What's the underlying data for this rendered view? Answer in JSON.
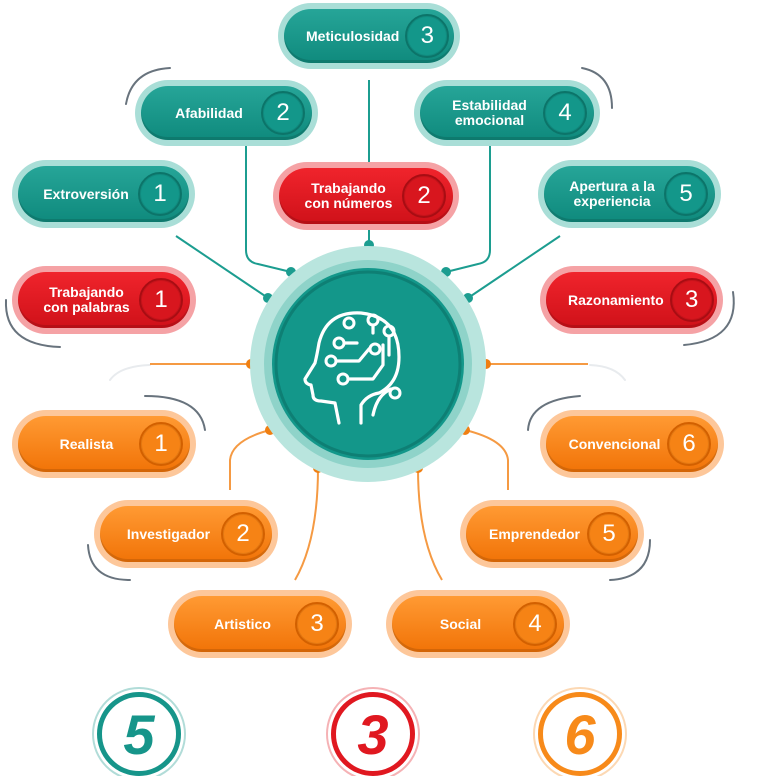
{
  "pills": [
    {
      "id": "meticulosidad",
      "label": "Meticulosidad",
      "number": "3",
      "color": "teal"
    },
    {
      "id": "afabilidad",
      "label": "Afabilidad",
      "number": "2",
      "color": "teal"
    },
    {
      "id": "estabilidad-emocional",
      "label": "Estabilidad emocional",
      "number": "4",
      "color": "teal"
    },
    {
      "id": "extroversion",
      "label": "Extroversión",
      "number": "1",
      "color": "teal"
    },
    {
      "id": "trabajando-con-numeros",
      "label": "Trabajando con números",
      "number": "2",
      "color": "red"
    },
    {
      "id": "apertura-a-la-experiencia",
      "label": "Apertura a la experiencia",
      "number": "5",
      "color": "teal"
    },
    {
      "id": "trabajando-con-palabras",
      "label": "Trabajando con palabras",
      "number": "1",
      "color": "red"
    },
    {
      "id": "razonamiento",
      "label": "Razonamiento",
      "number": "3",
      "color": "red"
    },
    {
      "id": "realista",
      "label": "Realista",
      "number": "1",
      "color": "orange"
    },
    {
      "id": "convencional",
      "label": "Convencional",
      "number": "6",
      "color": "orange"
    },
    {
      "id": "investigador",
      "label": "Investigador",
      "number": "2",
      "color": "orange"
    },
    {
      "id": "emprendedor",
      "label": "Emprendedor",
      "number": "5",
      "color": "orange"
    },
    {
      "id": "artistico",
      "label": "Artistico",
      "number": "3",
      "color": "orange"
    },
    {
      "id": "social",
      "label": "Social",
      "number": "4",
      "color": "orange"
    }
  ],
  "totals": [
    {
      "id": "teal-total",
      "value": "5",
      "color": "#16958a"
    },
    {
      "id": "red-total",
      "value": "3",
      "color": "#e01820"
    },
    {
      "id": "orange-total",
      "value": "6",
      "color": "#f78a1a"
    }
  ],
  "colors": {
    "teal": "#16958a",
    "red": "#e01820",
    "orange": "#f78a1a"
  },
  "hub_icon": "brain-circuit-head-icon"
}
